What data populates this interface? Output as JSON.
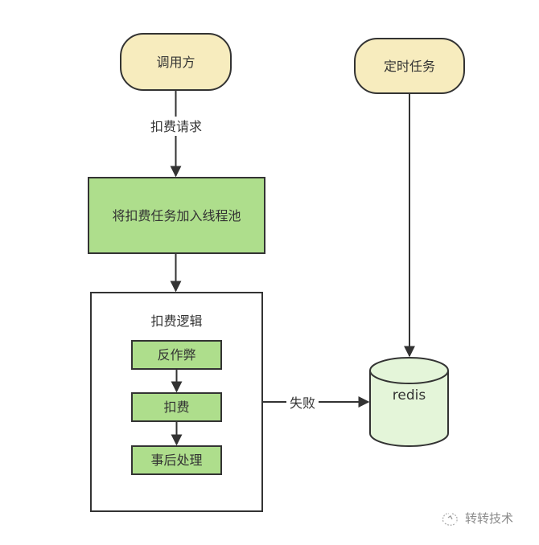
{
  "nodes": {
    "caller": {
      "label": "调用方",
      "shape": "terminator",
      "fill": "#f7ecbe"
    },
    "scheduled_task": {
      "label": "定时任务",
      "shape": "terminator",
      "fill": "#f7ecbe"
    },
    "thread_pool": {
      "label": "将扣费任务加入线程池",
      "shape": "process",
      "fill": "#aede8c"
    },
    "deduct_logic": {
      "label": "扣费逻辑",
      "shape": "container",
      "fill": "#ffffff",
      "steps": [
        {
          "label": "反作弊",
          "fill": "#aede8c"
        },
        {
          "label": "扣费",
          "fill": "#aede8c"
        },
        {
          "label": "事后处理",
          "fill": "#aede8c"
        }
      ]
    },
    "redis": {
      "label": "redis",
      "shape": "database",
      "fill": "#e4f5d9"
    }
  },
  "edges": [
    {
      "from": "caller",
      "to": "thread_pool",
      "label": "扣费请求"
    },
    {
      "from": "thread_pool",
      "to": "deduct_logic",
      "label": ""
    },
    {
      "from": "deduct_logic.steps.0",
      "to": "deduct_logic.steps.1",
      "label": ""
    },
    {
      "from": "deduct_logic.steps.1",
      "to": "deduct_logic.steps.2",
      "label": ""
    },
    {
      "from": "deduct_logic",
      "to": "redis",
      "label": "失败"
    },
    {
      "from": "scheduled_task",
      "to": "redis",
      "label": ""
    }
  ],
  "colors": {
    "stroke": "#333333",
    "text": "#333333"
  },
  "watermark": {
    "text": "转转技术",
    "icon": "wechat-channel-icon"
  }
}
